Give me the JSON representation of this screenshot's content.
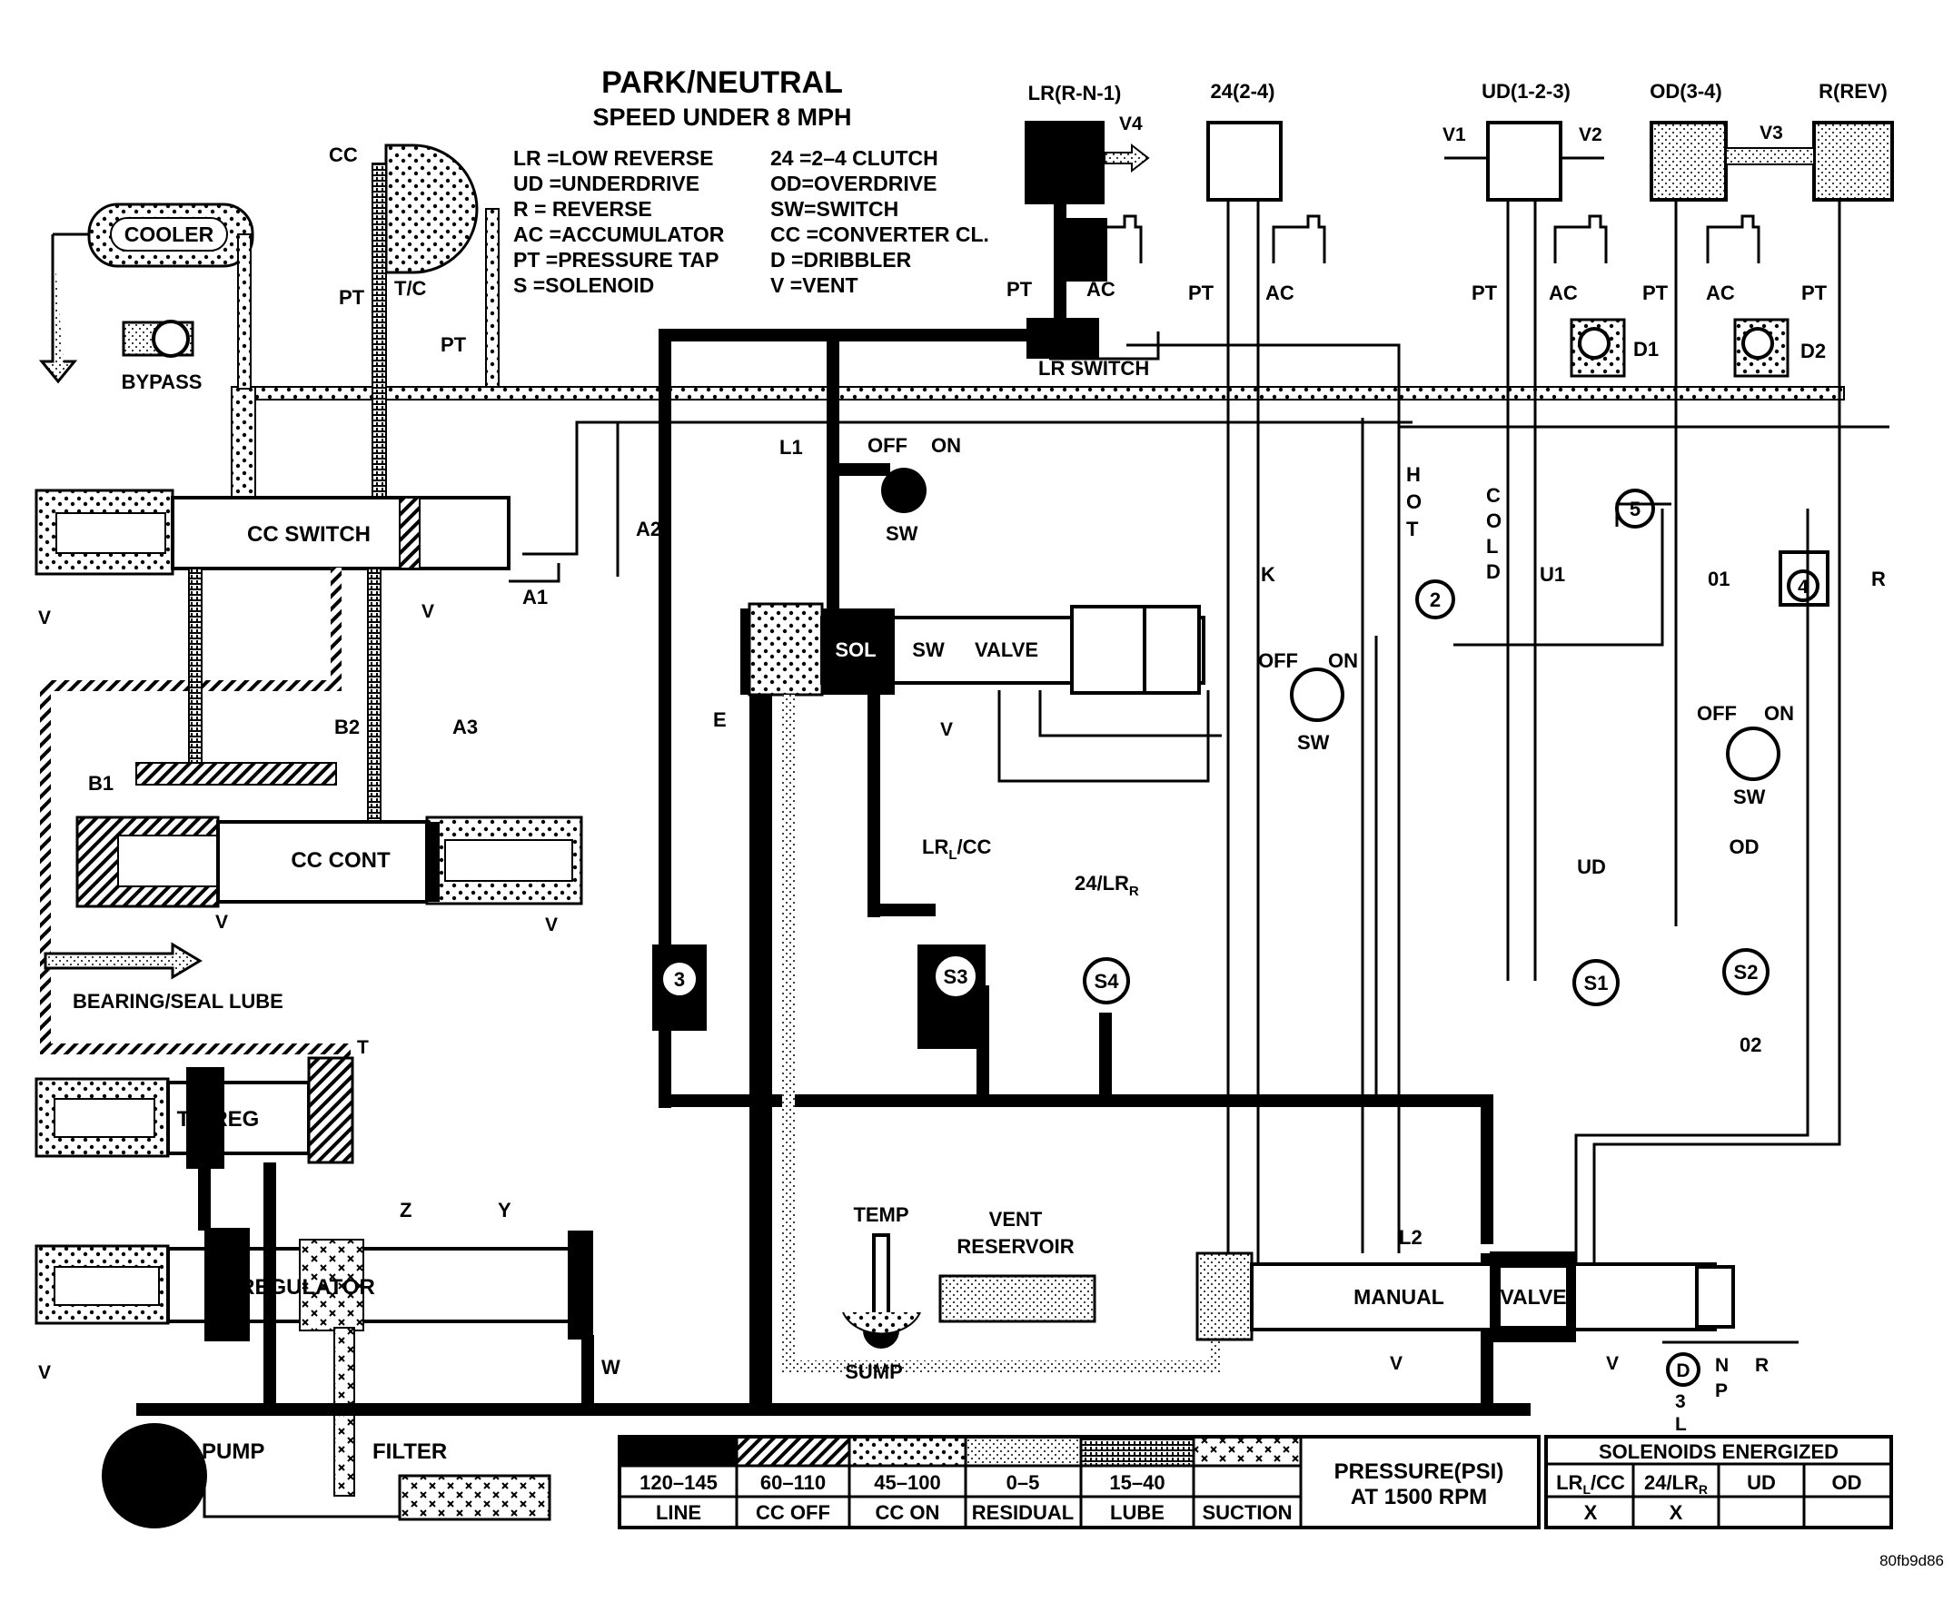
{
  "title": {
    "main": "PARK/NEUTRAL",
    "sub": "SPEED UNDER 8 MPH"
  },
  "legend_abbrev": {
    "left": [
      "LR =LOW REVERSE",
      "UD =UNDERDRIVE",
      "R  = REVERSE",
      "AC =ACCUMULATOR",
      "PT =PRESSURE TAP",
      "S  =SOLENOID"
    ],
    "right": [
      "24 =2–4 CLUTCH",
      "OD=OVERDRIVE",
      "SW=SWITCH",
      "CC =CONVERTER CL.",
      "D  =DRIBBLER",
      "V  =VENT"
    ]
  },
  "clutches": {
    "lr": "LR(R-N-1)",
    "c24": "24(2-4)",
    "ud": "UD(1-2-3)",
    "od": "OD(3-4)",
    "rev": "R(REV)"
  },
  "components": {
    "cooler": "COOLER",
    "bypass": "BYPASS",
    "cc": "CC",
    "tc": "T/C",
    "cc_switch": "CC SWITCH",
    "cc_cont": "CC CONT",
    "tc_reg": "TC REG",
    "regulator": "REGULATOR",
    "pump": "PUMP",
    "filter": "FILTER",
    "bearing_lube": "BEARING/SEAL LUBE",
    "lr_switch": "LR SWITCH",
    "sol": "SOL",
    "sw": "SW",
    "valve": "VALVE",
    "temp": "TEMP",
    "sump": "SUMP",
    "vent_reservoir_1": "VENT",
    "vent_reservoir_2": "RESERVOIR",
    "manual": "MANUAL",
    "manual_valve": "VALVE",
    "lrcc": "LR",
    "lrcc_sub": "L",
    "lrcc_tail": "/CC",
    "lr24": "24/LR",
    "lr24_sub": "R",
    "ud_sol": "UD",
    "od_sol": "OD",
    "s1": "S1",
    "s2": "S2",
    "s3": "S3",
    "s4": "S4",
    "d1": "D1",
    "d2": "D2",
    "n2": "2",
    "n3": "3",
    "n4": "4",
    "n5": "5",
    "hot": "HOT",
    "cold": "COLD"
  },
  "labels": {
    "v": "V",
    "pt": "PT",
    "ac": "AC",
    "v1": "V1",
    "v2": "V2",
    "v3": "V3",
    "v4": "V4",
    "l1": "L1",
    "l2": "L2",
    "off": "OFF",
    "on": "ON",
    "sw": "SW",
    "a1": "A1",
    "a2": "A2",
    "a3": "A3",
    "b1": "B1",
    "b2": "B2",
    "e": "E",
    "k": "K",
    "u1": "U1",
    "o1": "01",
    "o2": "02",
    "r": "R",
    "t": "T",
    "w": "W",
    "y": "Y",
    "z": "Z",
    "d": "D",
    "n": "N",
    "p": "P",
    "n3": "3",
    "l": "L",
    "code": "80fb9d86"
  },
  "pressure_legend": {
    "ranges": [
      "120–145",
      "60–110",
      "45–100",
      "0–5",
      "15–40",
      ""
    ],
    "names": [
      "LINE",
      "CC OFF",
      "CC ON",
      "RESIDUAL",
      "LUBE",
      "SUCTION"
    ],
    "title1": "PRESSURE(PSI)",
    "title2": "AT 1500 RPM"
  },
  "solenoids_table": {
    "title": "SOLENOIDS ENERGIZED",
    "headers": [
      "LR",
      "24/LR",
      "UD",
      "OD"
    ],
    "header_subs": [
      "L",
      "R",
      "",
      ""
    ],
    "header_tails": [
      "/CC",
      "",
      "",
      ""
    ],
    "values": [
      "X",
      "X",
      "",
      ""
    ]
  }
}
